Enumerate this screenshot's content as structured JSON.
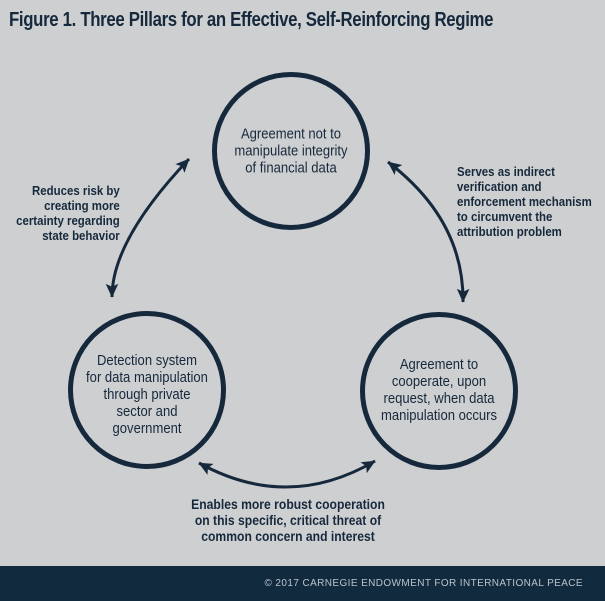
{
  "title": "Figure 1. Three Pillars for an Effective, Self-Reinforcing Regime",
  "colors": {
    "background": "#cecfd1",
    "ink_navy": "#16293c",
    "footer_background": "#122a3e",
    "footer_text": "#bac4cd"
  },
  "pillars": {
    "top": "Agreement not to\nmanipulate integrity\nof financial data",
    "bottom_left": "Detection system\nfor data manipulation\nthrough private\nsector and\ngovernment",
    "bottom_right": "Agreement to\ncooperate, upon\nrequest, when data\nmanipulation occurs"
  },
  "annotations": {
    "left": "Reduces risk by\ncreating more\ncertainty regarding\nstate behavior",
    "right": "Serves as indirect\nverification and\nenforcement mechanism\nto circumvent the\nattribution problem",
    "bottom": "Enables more robust cooperation\non this specific, critical threat of\ncommon concern and interest"
  },
  "footer": {
    "credit": "© 2017 CARNEGIE ENDOWMENT FOR INTERNATIONAL PEACE"
  }
}
